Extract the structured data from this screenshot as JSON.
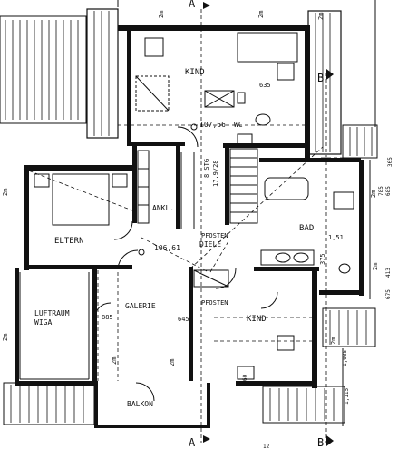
{
  "plan": {
    "rooms": {
      "kind_top": "KIND",
      "eltern": "ELTERN",
      "ankl": "ANKL.",
      "diele": "DIELE",
      "bad": "BAD",
      "galerie": "GALERIE",
      "kind_bottom": "KIND",
      "luftraum_line1": "LUFTRAUM",
      "luftraum_line2": "WIGA",
      "balkon": "BALKON",
      "wc": "WC",
      "pfosten_upper": "PFOSTEN",
      "pfosten_lower": "PFOSTEN"
    },
    "levels": {
      "upper": "107,66",
      "lower": "106,61"
    },
    "stair": {
      "steps": "8 STG",
      "ratio": "17,9/28"
    },
    "section_markers": {
      "a": "A",
      "b": "B"
    },
    "dimensions": {
      "top_left_window": "2m",
      "top_center_window": "2m",
      "top_right_window": "2m",
      "left_window": "2m",
      "left_window_lower": "2m",
      "right_window_upper": "2m",
      "right_window_mid": "2m",
      "balkon_window_left": "2m",
      "balkon_window_right": "2m",
      "kind_window_lower": "2m",
      "wc_width": "635",
      "bad_width": "1,51",
      "bad_opening": "375",
      "galerie_width": "885",
      "pfosten_offset": "645",
      "bad_side_a": "685",
      "bad_side_b": "413",
      "bad_side_c": "675",
      "right_top": "365",
      "right_mid": "785",
      "kind_door": "60",
      "kind_side": "1,035",
      "balkon_side": "1,115",
      "right_small": "12"
    }
  }
}
